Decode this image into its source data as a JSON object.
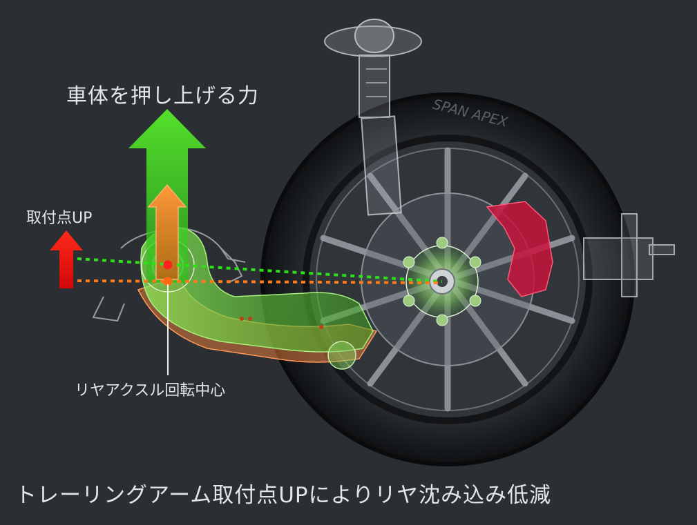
{
  "labels": {
    "force": "車体を押し上げる力",
    "mount_up": "取付点UP",
    "axle_center": "リヤアクスル回転中心",
    "caption": "トレーリングアーム取付点UPによりリヤ沈み込み低減"
  },
  "tire": {
    "sidewall_text": "SPAN APEX"
  },
  "colors": {
    "background": "#2b2f33",
    "up_arrow_green": "#4cff22",
    "up_arrow_orange": "#ff7a1a",
    "mount_arrow_red": "#f01010",
    "green_line": "#2ee01a",
    "orange_line": "#ff7a1a",
    "red_dot": "#ff2020",
    "orange_dot": "#ff6a10",
    "caliper_red": "#c8143c",
    "arm_green": "#4fc42a",
    "arm_orange": "#e07a3a"
  },
  "icons": {
    "green_arrow": "arrow-up-icon",
    "orange_arrow": "arrow-up-icon",
    "red_arrow": "arrow-up-icon"
  }
}
